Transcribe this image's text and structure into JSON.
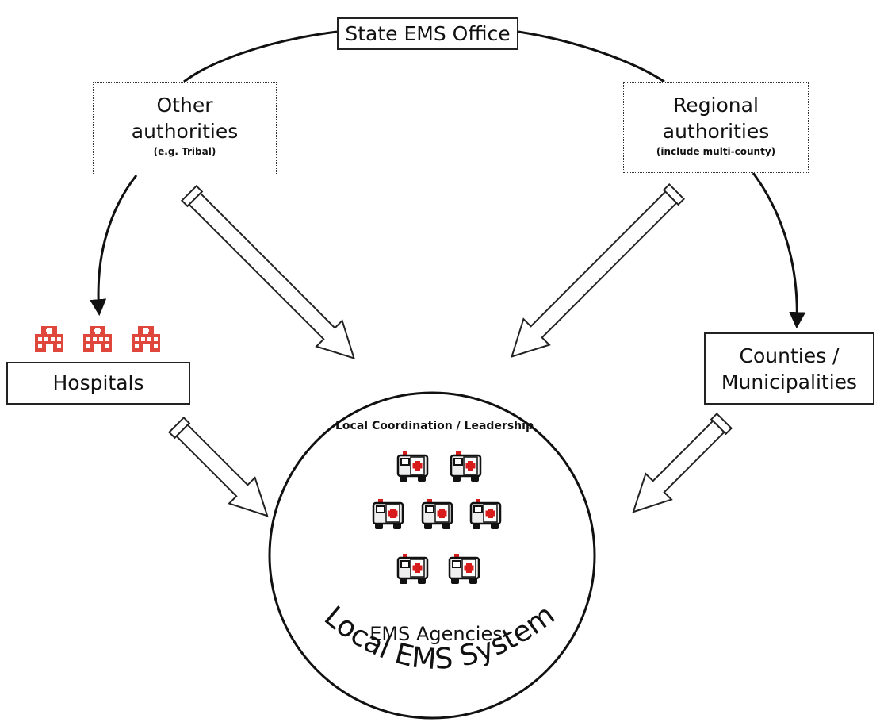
{
  "nodes": {
    "state_office": "State EMS Office",
    "other_authorities": {
      "title_line1": "Other",
      "title_line2": "authorities",
      "note": "(e.g. Tribal)"
    },
    "regional_authorities": {
      "title_line1": "Regional",
      "title_line2": "authorities",
      "note": "(include multi-county)"
    },
    "hospitals": "Hospitals",
    "counties": {
      "line1": "Counties /",
      "line2": "Municipalities"
    }
  },
  "local_system": {
    "coordination_label": "Local Coordination / Leadership",
    "agencies_label": "EMS Agencies",
    "system_label": "Local EMS System"
  },
  "icons": {
    "hospital_icon": "hospital-building",
    "ambulance_icon": "ambulance",
    "hospital_color": "#e0473c",
    "ambulance_cross_color": "#d81b1b"
  }
}
